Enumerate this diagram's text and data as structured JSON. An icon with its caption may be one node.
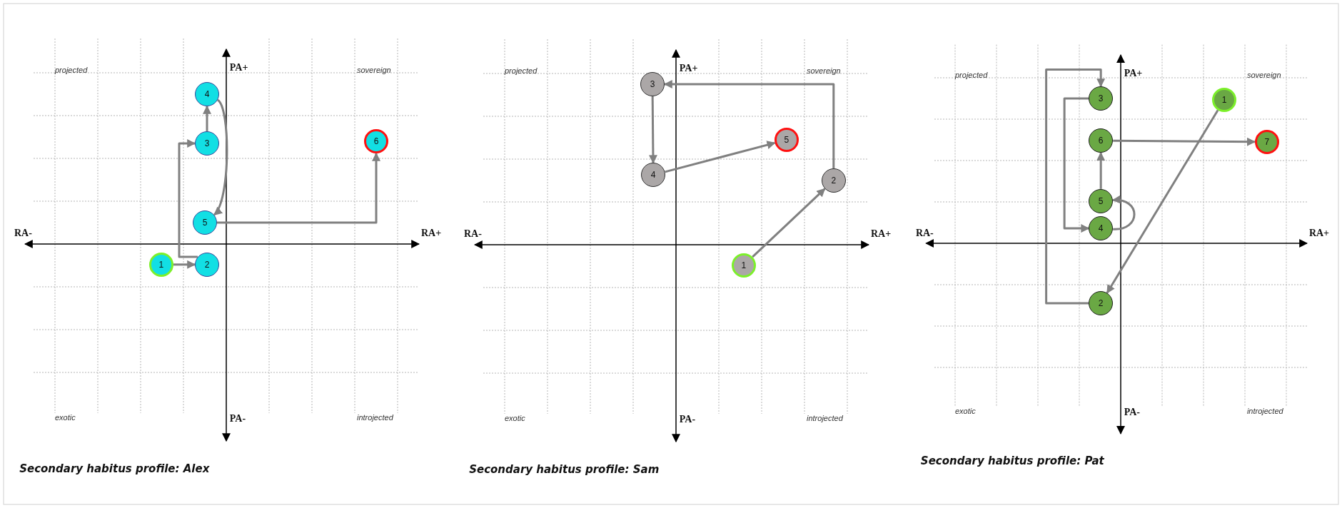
{
  "diagram": {
    "nodes": [
      {
        "text": [
          "1"
        ]
      },
      {
        "text": [
          "2"
        ]
      },
      {
        "text": [
          "3"
        ]
      },
      {
        "text": [
          "4"
        ]
      },
      {
        "text": [
          "5"
        ]
      },
      {
        "text": [
          "6"
        ]
      },
      {
        "text": [
          "1"
        ]
      },
      {
        "text": [
          "2"
        ]
      },
      {
        "text": [
          "3"
        ]
      },
      {
        "text": [
          "4"
        ]
      },
      {
        "text": [
          "5"
        ]
      },
      {
        "text": [
          "1"
        ]
      },
      {
        "text": [
          "2"
        ]
      },
      {
        "text": [
          "3"
        ]
      },
      {
        "text": [
          "4"
        ]
      },
      {
        "text": [
          "5"
        ]
      },
      {
        "text": [
          "6"
        ]
      },
      {
        "text": [
          "7"
        ]
      }
    ],
    "edges": [
      {
        "from": 0,
        "to": 1,
        "arrow": "to"
      },
      {
        "from": 1,
        "to": 2,
        "arrow": "to"
      },
      {
        "from": 2,
        "to": 3,
        "arrow": "to"
      },
      {
        "from": 3,
        "to": 4,
        "arrow": "to"
      },
      {
        "from": 4,
        "to": 5,
        "arrow": "to"
      },
      {
        "from": 6,
        "to": 7,
        "arrow": "to"
      },
      {
        "from": 7,
        "to": 8,
        "arrow": "to"
      },
      {
        "from": 8,
        "to": 9,
        "arrow": "to"
      },
      {
        "from": 9,
        "to": 10,
        "arrow": "to"
      },
      {
        "from": 11,
        "to": 12,
        "arrow": "to"
      },
      {
        "from": 12,
        "to": 13,
        "arrow": "to"
      },
      {
        "from": 13,
        "to": 14,
        "arrow": "to"
      },
      {
        "from": 14,
        "to": 15,
        "arrow": "to"
      },
      {
        "from": 15,
        "to": 16,
        "arrow": "to"
      },
      {
        "from": 16,
        "to": 17,
        "arrow": "to"
      }
    ],
    "labels": [
      "projected",
      "PA+",
      "sovereign",
      "RA-",
      "RA+",
      "exotic",
      "PA-",
      "introjected",
      "Secondary habitus profile: Alex",
      "projected",
      "PA+",
      "sovereign",
      "RA-",
      "RA+",
      "exotic",
      "PA-",
      "introjected",
      "Secondary habitus profile: Sam",
      "projected",
      "PA+",
      "sovereign",
      "RA-",
      "RA+",
      "exotic",
      "PA-",
      "introjected",
      "Secondary habitus profile: Pat"
    ]
  }
}
